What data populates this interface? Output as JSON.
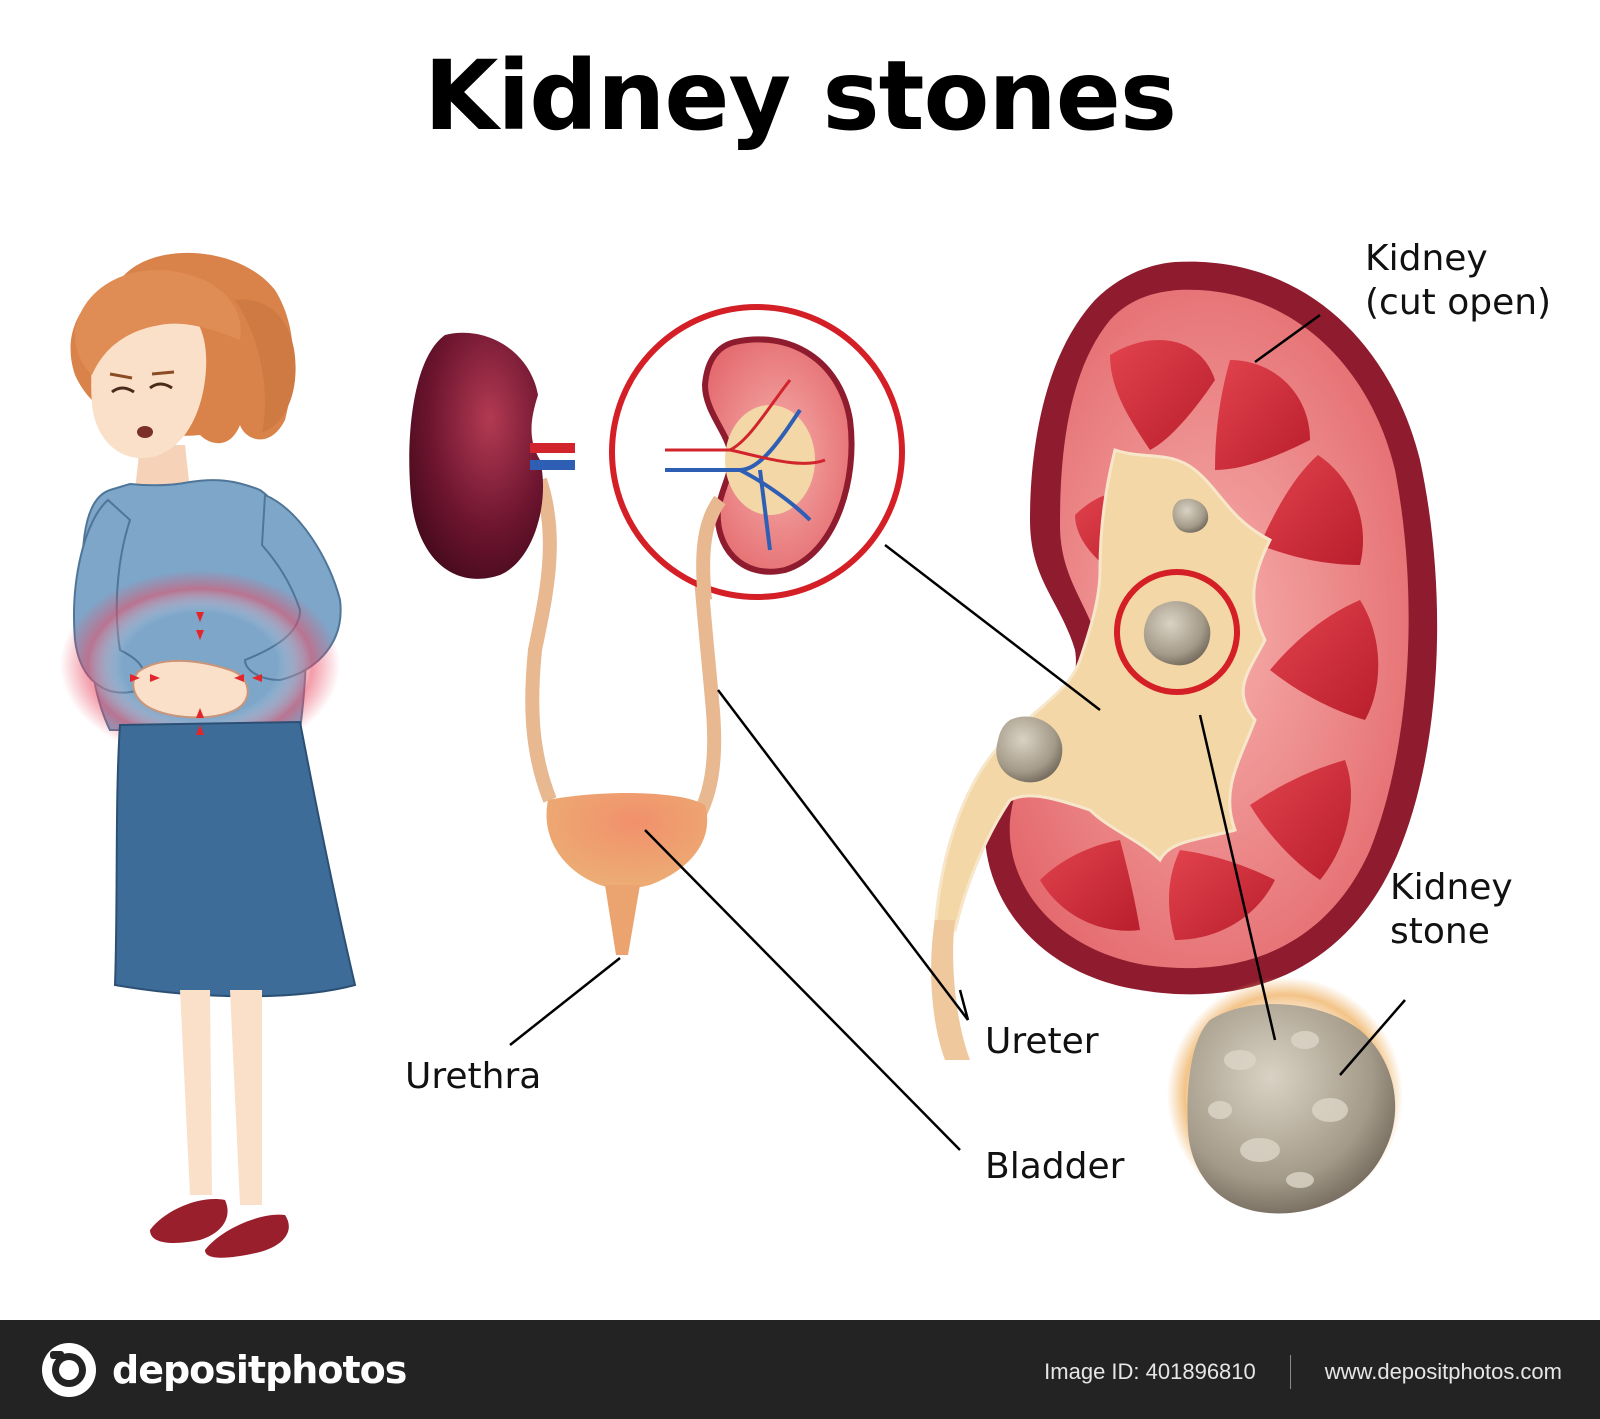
{
  "title": "Kidney stones",
  "labels": {
    "kidney_cut_open": [
      "Kidney",
      "(cut open)"
    ],
    "kidney_stone": [
      "Kidney",
      "stone"
    ],
    "ureter": "Ureter",
    "urethra": "Urethra",
    "bladder": "Bladder"
  },
  "footer": {
    "brand": "depositphotos",
    "image_id": "Image ID: 401896810",
    "website": "www.depositphotos.com"
  },
  "colors": {
    "highlight_ring": "#d41f26",
    "kidney_flesh": "#e87b7d",
    "kidney_capsule": "#8e1c2e",
    "pelvis": "#f3d7a6",
    "stone": "#b3aa9a",
    "dress": "#3e6c98",
    "top": "#7ea6c9",
    "hair": "#d9834a",
    "footer_bg": "#232323"
  },
  "icons": [
    "camera-logo-icon"
  ]
}
